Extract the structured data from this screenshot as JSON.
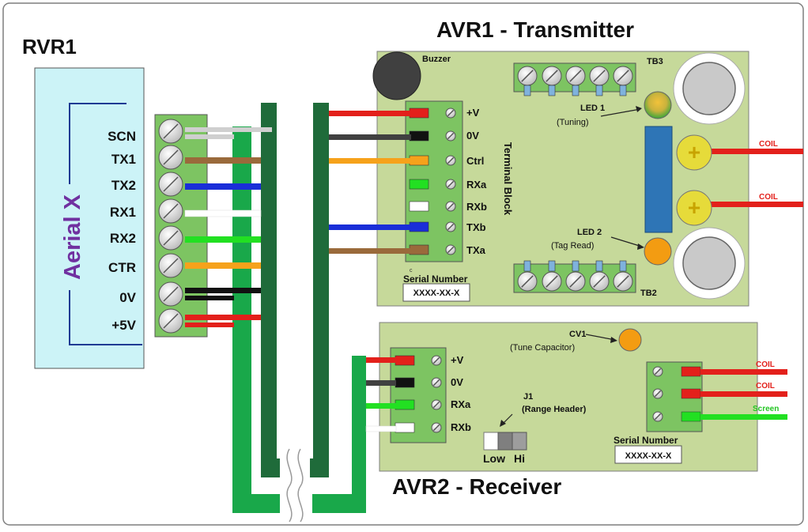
{
  "titles": {
    "rvr": "RVR1",
    "avr1": "AVR1 - Transmitter",
    "avr2": "AVR2 - Receiver"
  },
  "rvr": {
    "aerial_label": "Aerial X",
    "pins": [
      "SCN",
      "TX1",
      "TX2",
      "RX1",
      "RX2",
      "CTR",
      "0V",
      "+5V"
    ]
  },
  "avr1": {
    "buzzer": "Buzzer",
    "tb3": "TB3",
    "tb2": "TB2",
    "terminal_block": "Terminal Block",
    "pins": [
      "+V",
      "0V",
      "Ctrl",
      "RXa",
      "RXb",
      "TXb",
      "TXa"
    ],
    "led1_title": "LED 1",
    "led1_sub": "(Tuning)",
    "led2_title": "LED 2",
    "led2_sub": "(Tag Read)",
    "coil_labels": [
      "COIL",
      "COIL"
    ],
    "small_mark": "c",
    "serial_label": "Serial Number",
    "serial_value": "XXXX-XX-X"
  },
  "avr2": {
    "cv1_title": "CV1",
    "cv1_sub": "(Tune Capacitor)",
    "j1_title": "J1",
    "j1_sub": "(Range Header)",
    "low": "Low",
    "hi": "Hi",
    "pins": [
      "+V",
      "0V",
      "RXa",
      "RXb"
    ],
    "out_labels": [
      "COIL",
      "COIL",
      "Screen"
    ],
    "serial_label": "Serial Number",
    "serial_value": "XXXX-XX-X"
  },
  "colors": {
    "pcb": "#c6d99a",
    "terminal": "#7dc462",
    "cable": "#1f6b3a",
    "cable_light": "#19a84a",
    "rvr_fill": "#ccf3f7",
    "aerial_text": "#7030a0",
    "led_orange": "#f39c12",
    "coil_red": "#e3201b",
    "screen_green": "#22c522",
    "blue_block": "#2e75b6"
  }
}
